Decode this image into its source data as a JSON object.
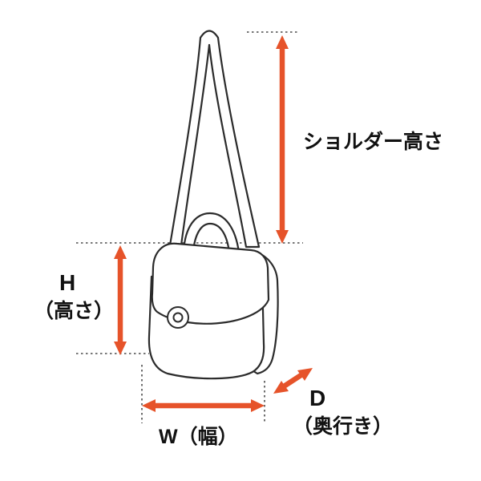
{
  "diagram": {
    "labels": {
      "shoulder_height": "ショルダー高さ",
      "height_symbol": "H",
      "height_name": "（高さ）",
      "width": "W（幅）",
      "depth_symbol": "D",
      "depth_name": "（奥行き）"
    },
    "colors": {
      "arrow": "#e6532a",
      "outline": "#2b2b2b",
      "dotted_line": "#4a4a4a",
      "background": "#ffffff"
    }
  }
}
